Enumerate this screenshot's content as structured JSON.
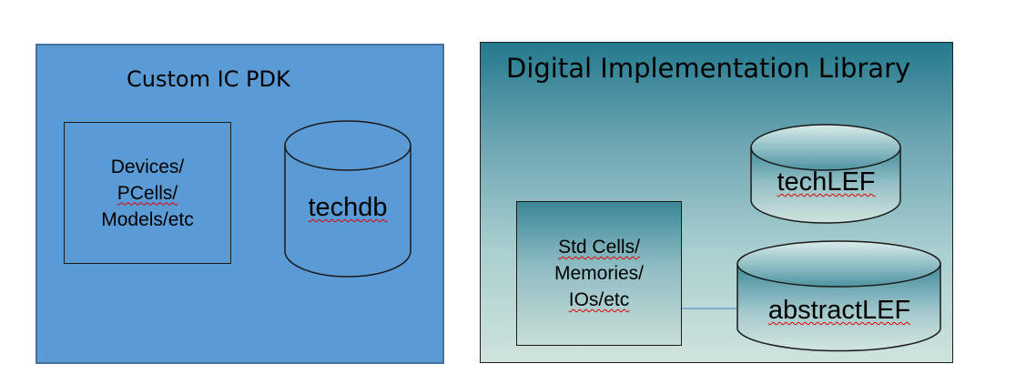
{
  "custom_ic_pdk": {
    "title": "Custom IC PDK",
    "devices_box": {
      "lines": [
        "Devices/",
        "PCells/",
        "Models/etc"
      ]
    },
    "techdb_label": "techdb"
  },
  "digital_library": {
    "title": "Digital Implementation Library",
    "std_cells_box": {
      "lines": [
        "Std Cells/",
        "Memories/",
        "IOs/etc"
      ]
    },
    "techlef_label": "techLEF",
    "abstractlef_label": "abstractLEF"
  },
  "colors": {
    "pdk_fill": "#5b9bd5",
    "pdk_border": "#41719c",
    "library_gradient_top": "#24798e",
    "library_gradient_bottom": "#cfe3dc",
    "spellcheck_underline": "#e00000",
    "connector_line": "#4f81bd"
  }
}
